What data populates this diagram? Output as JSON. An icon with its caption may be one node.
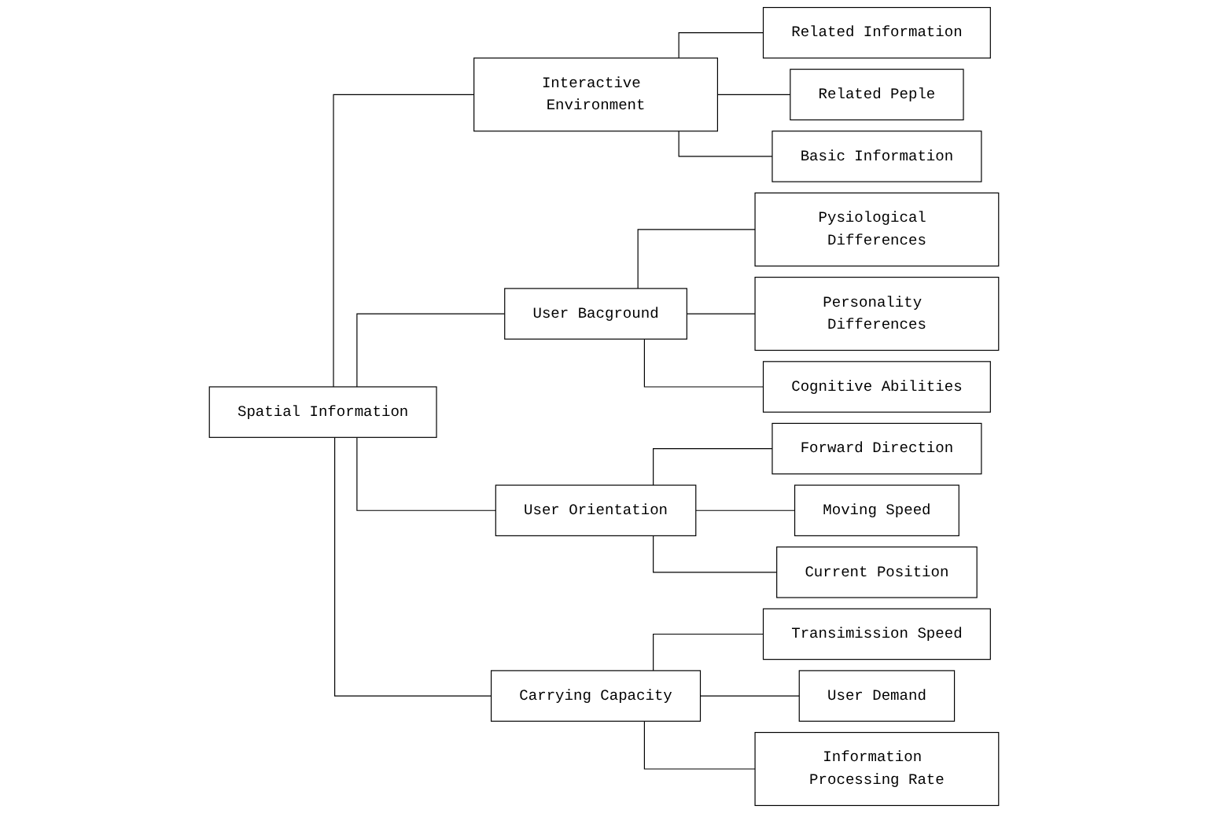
{
  "diagram": {
    "nodes": [
      {
        "text": [
          "Spatial Information"
        ]
      },
      {
        "text": [
          "Interactive Environment"
        ]
      },
      {
        "text": [
          "Related Information"
        ]
      },
      {
        "text": [
          "Related Peple"
        ]
      },
      {
        "text": [
          "Basic Information"
        ]
      },
      {
        "text": [
          "User Bacground"
        ]
      },
      {
        "text": [
          "Pysiological Differences"
        ]
      },
      {
        "text": [
          "Personality Differences"
        ]
      },
      {
        "text": [
          "Cognitive Abilities"
        ]
      },
      {
        "text": [
          "User Orientation"
        ]
      },
      {
        "text": [
          "Forward Direction"
        ]
      },
      {
        "text": [
          "Moving Speed"
        ]
      },
      {
        "text": [
          "Current Position"
        ]
      },
      {
        "text": [
          "Carrying Capacity"
        ]
      },
      {
        "text": [
          "Transimission Speed"
        ]
      },
      {
        "text": [
          "User Demand"
        ]
      },
      {
        "text": [
          "Information Processing Rate"
        ]
      }
    ],
    "edges": [
      {
        "from": 0,
        "to": 1,
        "arrow": "none"
      },
      {
        "from": 0,
        "to": 5,
        "arrow": "none"
      },
      {
        "from": 0,
        "to": 9,
        "arrow": "none"
      },
      {
        "from": 0,
        "to": 13,
        "arrow": "none"
      },
      {
        "from": 1,
        "to": 2,
        "arrow": "none"
      },
      {
        "from": 1,
        "to": 3,
        "arrow": "none"
      },
      {
        "from": 1,
        "to": 4,
        "arrow": "none"
      },
      {
        "from": 5,
        "to": 6,
        "arrow": "none"
      },
      {
        "from": 5,
        "to": 7,
        "arrow": "none"
      },
      {
        "from": 5,
        "to": 8,
        "arrow": "none"
      },
      {
        "from": 9,
        "to": 10,
        "arrow": "none"
      },
      {
        "from": 9,
        "to": 11,
        "arrow": "none"
      },
      {
        "from": 9,
        "to": 12,
        "arrow": "none"
      },
      {
        "from": 13,
        "to": 14,
        "arrow": "none"
      },
      {
        "from": 13,
        "to": 15,
        "arrow": "none"
      },
      {
        "from": 13,
        "to": 16,
        "arrow": "none"
      }
    ]
  }
}
